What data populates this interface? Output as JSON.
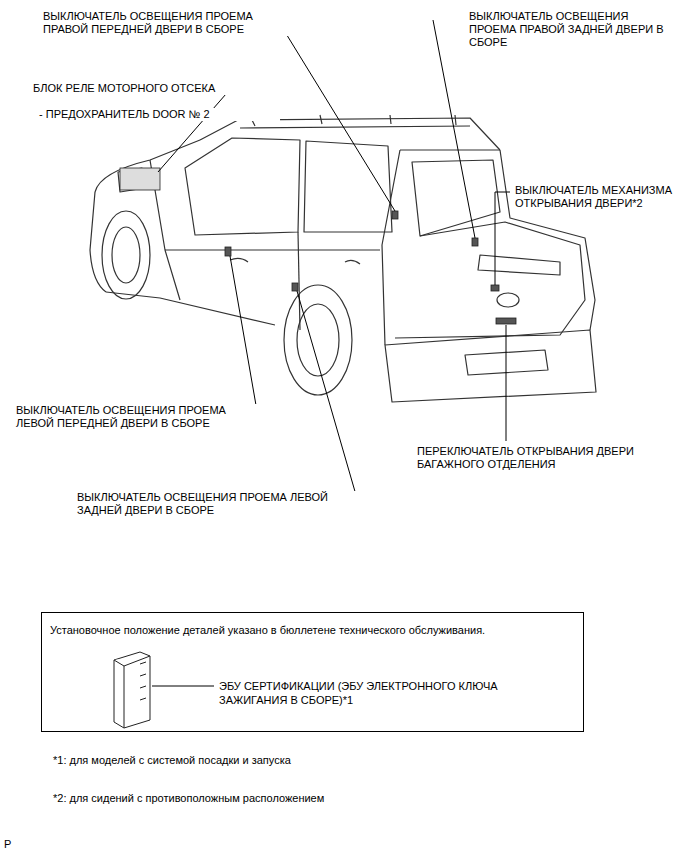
{
  "diagram": {
    "nodes": [
      {
        "text": [
          "Установочное положение деталей указано в бюллетене технического обслуживания.",
          "ЭБУ СЕРТИФИКАЦИИ (ЭБУ ЭЛЕКТРОННОГО КЛЮЧА ЗАЖИГАНИЯ В СБОРЕ)*1"
        ]
      }
    ],
    "edges": [],
    "labels": [
      "ВЫКЛЮЧАТЕЛЬ ОСВЕЩЕНИЯ ПРОЕМА ПРАВОЙ ПЕРЕДНЕЙ ДВЕРИ В СБОРЕ",
      "ВЫКЛЮЧАТЕЛЬ ОСВЕЩЕНИЯ ПРОЕМА ПРАВОЙ ЗАДНЕЙ ДВЕРИ В СБОРЕ",
      "БЛОК РЕЛЕ МОТОРНОГО ОТСЕКА",
      "- ПРЕДОХРАНИТЕЛЬ DOOR № 2",
      "ВЫКЛЮЧАТЕЛЬ МЕХАНИЗМА ОТКРЫВАНИЯ ДВЕРИ*2",
      "ВЫКЛЮЧАТЕЛЬ ОСВЕЩЕНИЯ ПРОЕМА ЛЕВОЙ ПЕРЕДНЕЙ ДВЕРИ В СБОРЕ",
      "ПЕРЕКЛЮЧАТЕЛЬ ОТКРЫВАНИЯ ДВЕРИ БАГАЖНОГО ОТДЕЛЕНИЯ",
      "ВЫКЛЮЧАТЕЛЬ ОСВЕЩЕНИЯ ПРОЕМА ЛЕВОЙ ЗАДНЕЙ ДВЕРИ В СБОРЕ",
      "*1: для моделей с системой посадки и запуска",
      "*2: для сидений с противоположным расположением",
      "P"
    ]
  }
}
